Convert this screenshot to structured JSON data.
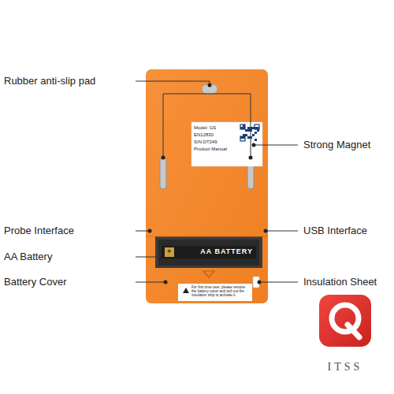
{
  "diagram": {
    "nodes": [
      {
        "text": [
          "Model: GS",
          "EN12830",
          "S/N:DT249",
          "Product Manual"
        ]
      },
      {
        "text": [
          "+",
          "AA BATTERY"
        ]
      },
      {
        "text": [
          "For first time user, please remove the battery cover and pull out the insulation strip to activate it."
        ]
      }
    ],
    "labels": [
      "Rubber anti-slip pad",
      "Strong Magnet",
      "Probe Interface",
      "USB Interface",
      "AA Battery",
      "Battery Cover",
      "Insulation Sheet",
      "ITSS"
    ]
  }
}
